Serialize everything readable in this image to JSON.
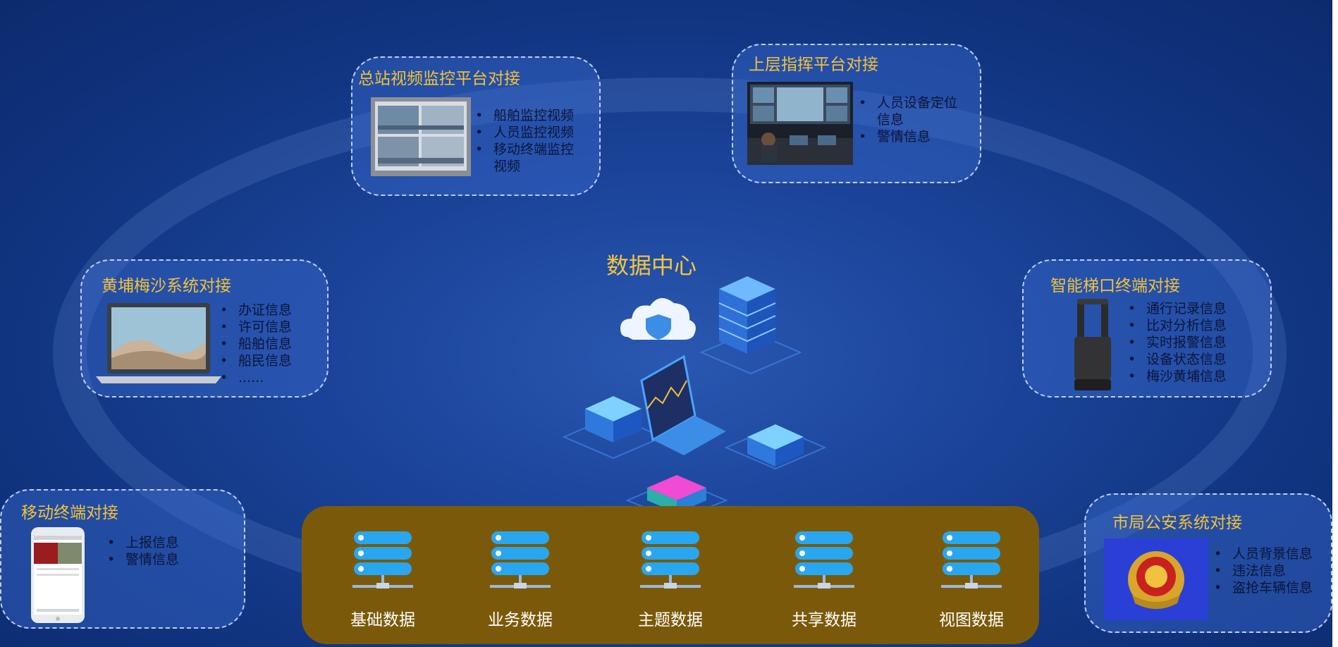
{
  "diagram": {
    "center_title": "数据中心",
    "panels": {
      "station_video": {
        "title": "总站视频监控平台对接",
        "items": [
          "船舶监控视频",
          "人员监控视频",
          "移动终端监控",
          "视频"
        ]
      },
      "command": {
        "title": "上层指挥平台对接",
        "items": [
          "人员设备定位",
          "信息",
          "警情信息"
        ]
      },
      "huangpu": {
        "title": "黄埔梅沙系统对接",
        "items": [
          "办证信息",
          "许可信息",
          "船舶信息",
          "船民信息",
          "......"
        ]
      },
      "ladder": {
        "title": "智能梯口终端对接",
        "items": [
          "通行记录信息",
          "比对分析信息",
          "实时报警信息",
          "设备状态信息",
          "梅沙黄埔信息"
        ]
      },
      "mobile": {
        "title": "移动终端对接",
        "items": [
          "上报信息",
          "警情信息"
        ]
      },
      "police": {
        "title": "市局公安系统对接",
        "items": [
          "人员背景信息",
          "违法信息",
          "盗抢车辆信息"
        ]
      }
    },
    "databases": [
      "基础数据",
      "业务数据",
      "主题数据",
      "共享数据",
      "视图数据"
    ],
    "colors": {
      "title_accent": "#f2c23a",
      "bar": "#7a5a0a",
      "server": "#29a6f0"
    }
  }
}
